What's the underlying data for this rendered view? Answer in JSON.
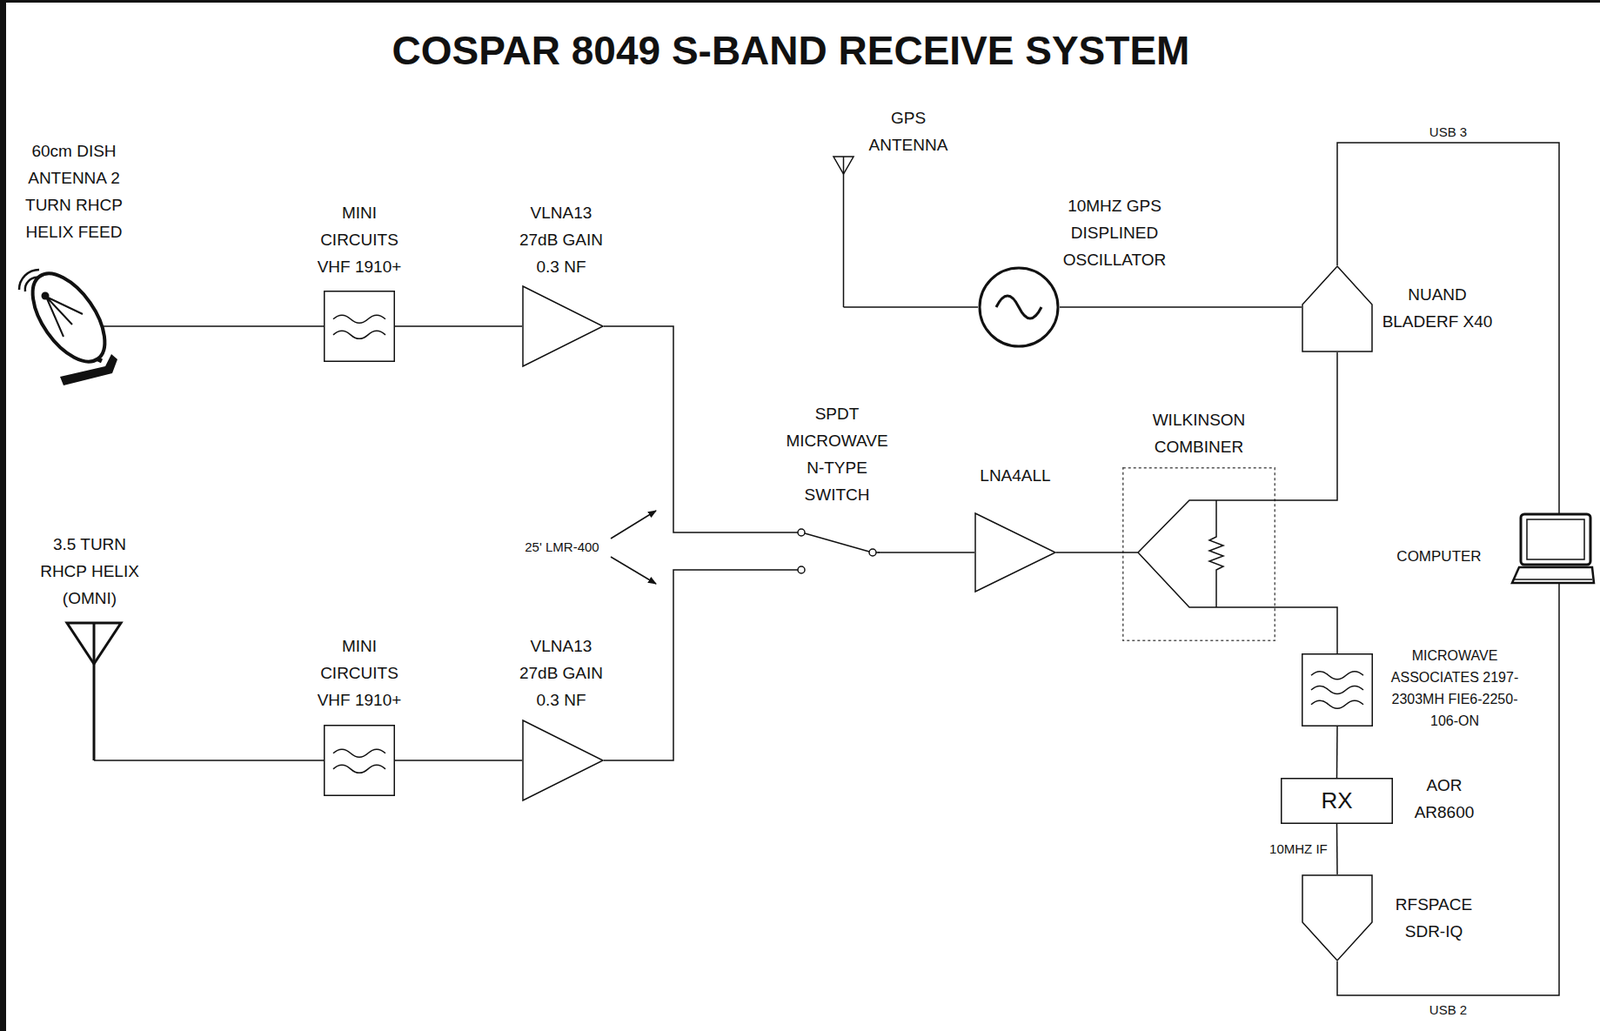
{
  "diagram": {
    "title": "COSPAR 8049 S-BAND RECEIVE SYSTEM",
    "nodes": [
      {
        "text": [
          "60cm DISH ANTENNA 2 TURN RHCP HELIX FEED"
        ]
      },
      {
        "text": [
          "MINI CIRCUITS VHF 1910+"
        ]
      },
      {
        "text": [
          "VLNA13 27dB GAIN 0.3 NF"
        ]
      },
      {
        "text": [
          "3.5 TURN RHCP HELIX (OMNI)"
        ]
      },
      {
        "text": [
          "MINI CIRCUITS VHF 1910+"
        ]
      },
      {
        "text": [
          "VLNA13 27dB GAIN 0.3 NF"
        ]
      },
      {
        "text": [
          "SPDT MICROWAVE N-TYPE SWITCH"
        ]
      },
      {
        "text": [
          "LNA4ALL"
        ]
      },
      {
        "text": [
          "WILKINSON COMBINER"
        ]
      },
      {
        "text": [
          "GPS ANTENNA"
        ]
      },
      {
        "text": [
          "10MHZ GPS DISPLINED OSCILLATOR"
        ]
      },
      {
        "text": [
          "NUAND BLADERF X40"
        ]
      },
      {
        "text": [
          "COMPUTER"
        ]
      },
      {
        "text": [
          "MICROWAVE ASSOCIATES 2197-2303MH FIE6-2250-106-ON"
        ]
      },
      {
        "text": [
          "RX",
          "AOR AR8600"
        ]
      },
      {
        "text": [
          "RFSPACE SDR-IQ"
        ]
      }
    ],
    "edges": [
      {
        "from": 0,
        "to": 1,
        "arrow": "none"
      },
      {
        "from": 1,
        "to": 2,
        "arrow": "none"
      },
      {
        "from": 3,
        "to": 4,
        "arrow": "none"
      },
      {
        "from": 4,
        "to": 5,
        "arrow": "none"
      },
      {
        "from": 2,
        "to": 6,
        "arrow": "none"
      },
      {
        "from": 5,
        "to": 6,
        "arrow": "none"
      },
      {
        "from": 6,
        "to": 7,
        "arrow": "none"
      },
      {
        "from": 7,
        "to": 8,
        "arrow": "none"
      },
      {
        "from": 8,
        "to": 11,
        "arrow": "none"
      },
      {
        "from": 8,
        "to": 13,
        "arrow": "none"
      },
      {
        "from": 9,
        "to": 10,
        "arrow": "none"
      },
      {
        "from": 10,
        "to": 11,
        "arrow": "none"
      },
      {
        "from": 11,
        "to": 12,
        "label": "USB 3",
        "arrow": "none"
      },
      {
        "from": 13,
        "to": 14,
        "arrow": "none"
      },
      {
        "from": 14,
        "to": 15,
        "label": "10MHZ IF",
        "arrow": "none"
      },
      {
        "from": 15,
        "to": 12,
        "label": "USB 2",
        "arrow": "none"
      }
    ],
    "labels": [
      "25' LMR-400"
    ]
  }
}
